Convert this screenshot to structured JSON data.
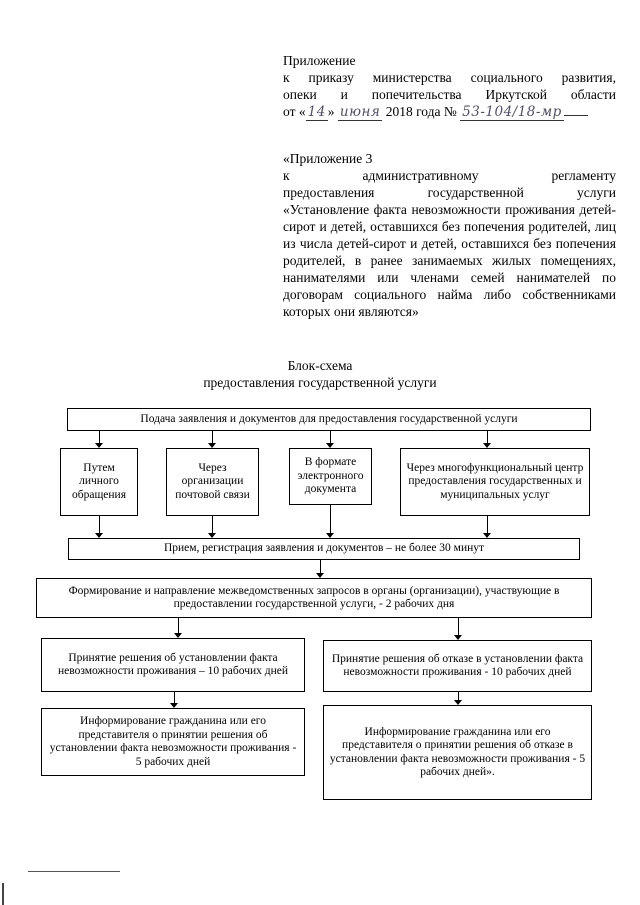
{
  "doc": {
    "header": {
      "line1": "Приложение",
      "line2": "к приказу министерства социального развития,",
      "line3": "опеки и попечительства Иркутской области",
      "date_prefix": "от «",
      "date_day": "14",
      "date_sep": "» ",
      "date_month": "июня",
      "date_tail": " 2018 года № ",
      "doc_number": "53-104/18-мр"
    },
    "annex": {
      "heading": "«Приложение 3",
      "line_reglament": "к административному регламенту",
      "line_service": "предоставления государственной услуги",
      "body": "«Установление факта невозможности проживания детей-сирот и детей, оставшихся без попечения родителей, лиц из числа детей-сирот и детей, оставшихся без попечения родителей, в ранее занимаемых жилых помещениях, нанимателями или членами семей нанимателей по договорам социального найма либо собственниками которых они являются»"
    },
    "flowchart": {
      "title_line1": "Блок-схема",
      "title_line2": "предоставления государственной услуги",
      "boxes": {
        "submission": "Подача заявления и документов для предоставления государственной услуги",
        "in_person": "Путем личного обращения",
        "postal": "Через организации почтовой связи",
        "electronic": "В формате электронного документа",
        "mfc": "Через многофункциональный центр предоставления государственных и муниципальных услуг",
        "reception": "Прием, регистрация заявления и документов – не более 30 минут",
        "interagency": "Формирование и направление межведомственных запросов в органы  (организации), участвующие в  предоставлении государственной услуги, - 2 рабочих дня",
        "decision_establish": "Принятие решения об установлении факта невозможности проживания – 10 рабочих дней",
        "decision_refuse": "Принятие решения об отказе в установлении факта невозможности проживания - 10 рабочих дней",
        "inform_establish": "Информирование гражданина или его представителя о принятии решения об установлении факта невозможности проживания - 5 рабочих дней",
        "inform_refuse": "Информирование гражданина или его представителя о принятии решения об отказе в установлении факта невозможности проживания - 5 рабочих дней»."
      }
    }
  }
}
